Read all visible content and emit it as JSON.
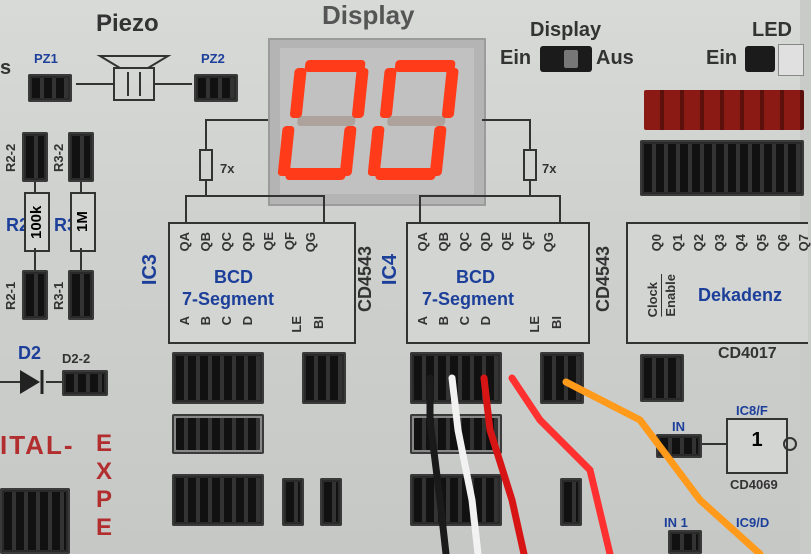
{
  "labels": {
    "piezo": "Piezo",
    "pz1": "PZ1",
    "pz2": "PZ2",
    "display_title": "Display",
    "switch_display": "Display",
    "switch_led": "LED",
    "ein1": "Ein",
    "aus1": "Aus",
    "ein2": "Ein",
    "r22": "R2-2",
    "r32": "R3-2",
    "r2": "R2",
    "r3": "R3",
    "r2_val": "100k",
    "r3_val": "1M",
    "r21": "R2-1",
    "r31": "R3-1",
    "d2": "D2",
    "d22": "D2-2",
    "digital": "ITAL-",
    "expe": "E X P E",
    "ic3": "IC3",
    "ic4": "IC4",
    "bcd": "BCD",
    "seg": "7-Segment",
    "cd4543": "CD4543",
    "mult_left": "7x",
    "mult_right": "7x",
    "dekadenz": "Dekadenz",
    "cd4017": "CD4017",
    "clock": "Clock",
    "enable": "Enable",
    "ic8f": "IC8/F",
    "in": "IN",
    "in1": "IN 1",
    "ic9d": "IC9/D",
    "inv_one": "1",
    "cd4069": "CD4069",
    "pins_top": [
      "QA",
      "QB",
      "QC",
      "QD",
      "QE",
      "QF",
      "QG"
    ],
    "pins_bottom": [
      "A",
      "B",
      "C",
      "D",
      "LE",
      "BI"
    ],
    "q_pins": [
      "Q0",
      "Q1",
      "Q2",
      "Q3",
      "Q4",
      "Q5",
      "Q6",
      "Q7"
    ]
  },
  "display": {
    "digit1": "0",
    "digit2": "0",
    "color": "#ff3b1a"
  },
  "wires": [
    "#1a1a1a",
    "#f2f2f2",
    "#d81515",
    "#ff3030",
    "#ff9a1a"
  ],
  "colors": {
    "panel": "#d0d2d0",
    "blue": "#1c3f9a",
    "dark": "#333333"
  }
}
